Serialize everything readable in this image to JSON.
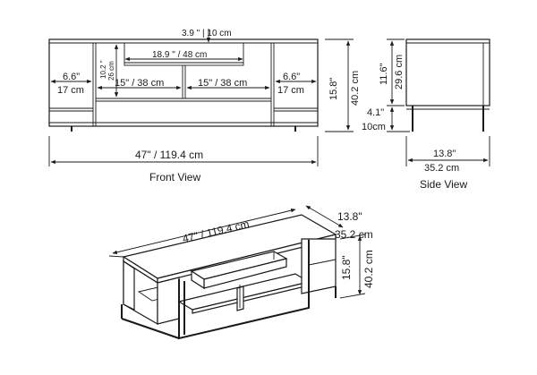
{
  "views": {
    "front": {
      "caption": "Front View"
    },
    "side": {
      "caption": "Side View"
    }
  },
  "dimensions": {
    "front_top_gap": "3.9 \" | 10 cm",
    "front_inner_width": "18.9 \" / 48 cm",
    "front_left_in": "6.6\"",
    "front_left_cm": "17 cm",
    "front_right_in": "6.6\"",
    "front_right_cm": "17 cm",
    "front_vert_in": "10.2 \"",
    "front_vert_cm": "26 cm",
    "front_mid_left": "15\" / 38 cm",
    "front_mid_right": "15\" / 38 cm",
    "front_height_in": "15.8\"",
    "front_height_cm": "40.2 cm",
    "front_width": "47\" / 119.4 cm",
    "side_height_in": "11.6\"",
    "side_height_cm": "29.6 cm",
    "side_leg_in": "4.1\"",
    "side_leg_cm": "10cm",
    "side_depth_in": "13.8\"",
    "side_depth_cm": "35.2 cm",
    "iso_width": "47\" / 119.4 cm",
    "iso_depth_in": "13.8\"",
    "iso_depth_cm": "35.2 cm",
    "iso_height_in": "15.8\"",
    "iso_height_cm": "40.2 cm"
  },
  "colors": {
    "line": "#1a1a1a",
    "background": "#ffffff"
  }
}
